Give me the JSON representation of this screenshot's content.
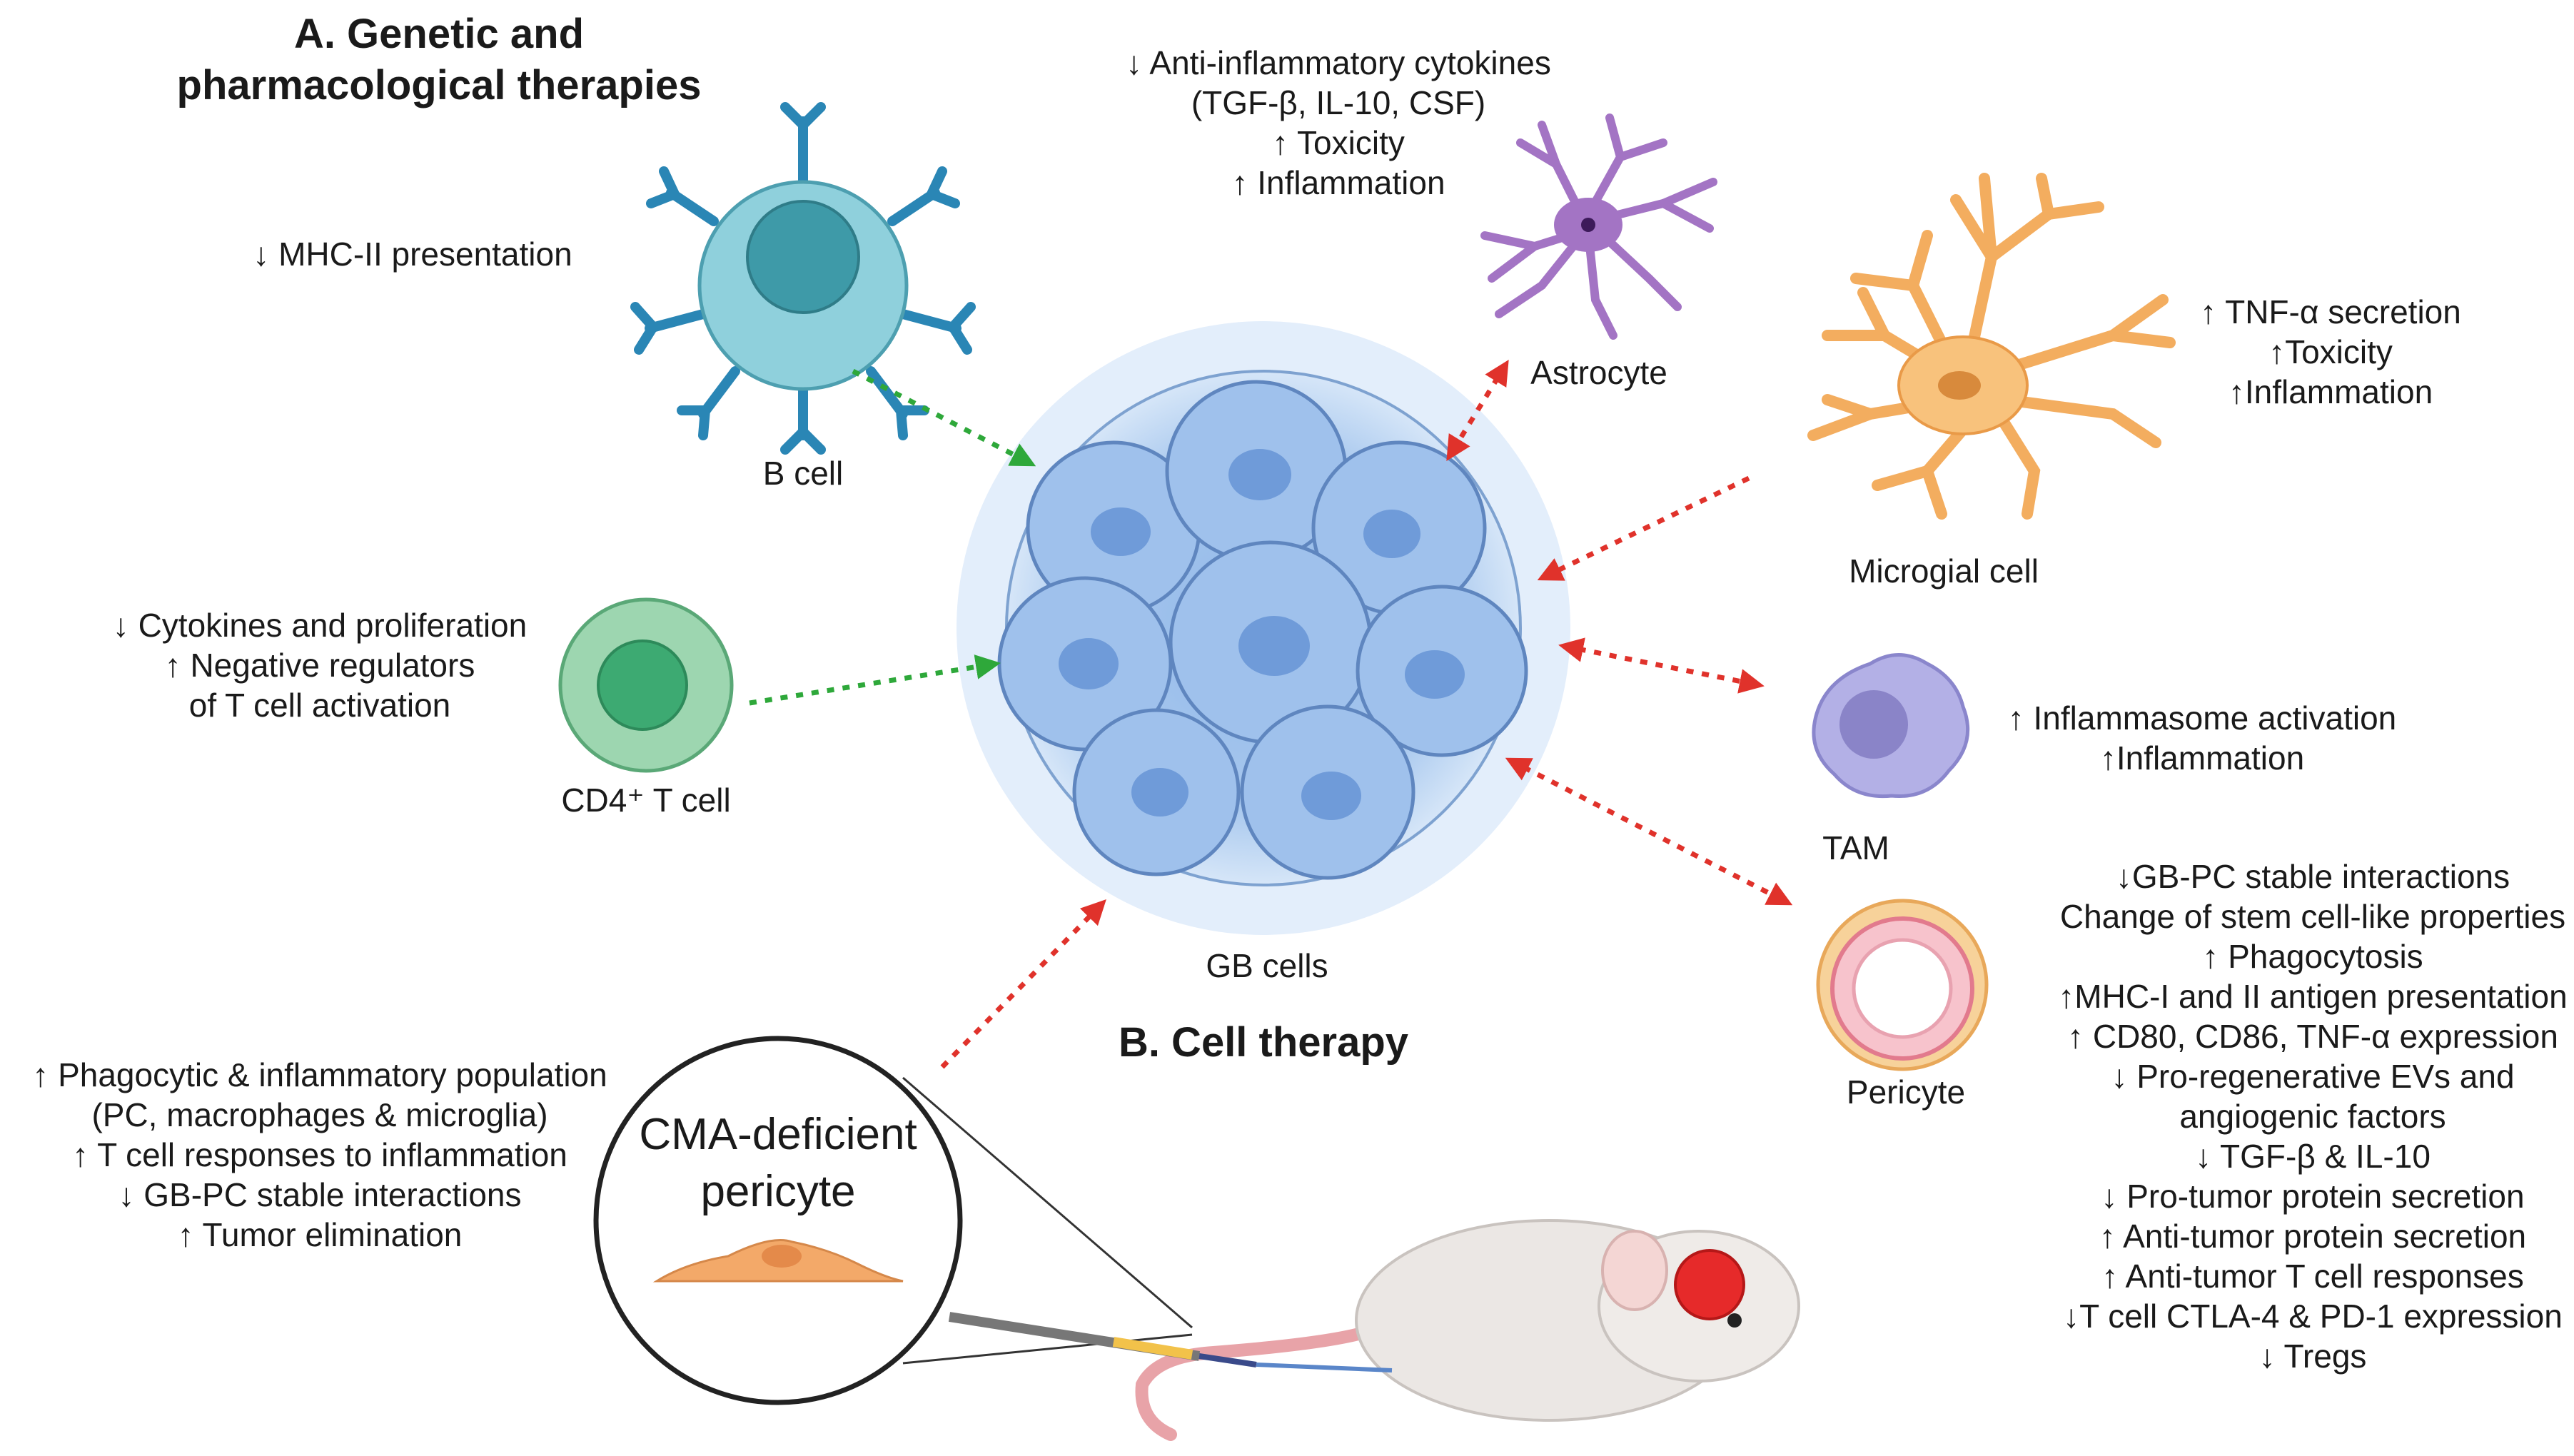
{
  "headings": {
    "a_line1": "A. Genetic and",
    "a_line2": "pharmacological therapies",
    "b": "B. Cell therapy"
  },
  "cells": {
    "b_cell": {
      "label": "B cell",
      "effects": [
        "↓ MHC-II presentation"
      ]
    },
    "cd4_t_cell": {
      "label": "CD4⁺ T cell",
      "effects": [
        "↓ Cytokines and proliferation",
        "↑ Negative regulators",
        "of T cell activation"
      ]
    },
    "astrocyte": {
      "label": "Astrocyte",
      "effects": [
        "↓ Anti-inflammatory cytokines",
        "(TGF-β, IL-10, CSF)",
        "↑ Toxicity",
        "↑ Inflammation"
      ]
    },
    "microglial_cell": {
      "label": "Microgial cell",
      "effects": [
        "↑ TNF-α secretion",
        "↑Toxicity",
        "↑Inflammation"
      ]
    },
    "tam": {
      "label": "TAM",
      "effects": [
        "↑ Inflammasome activation",
        "↑Inflammation"
      ]
    },
    "pericyte": {
      "label": "Pericyte",
      "effects": [
        "↓GB-PC stable interactions",
        "Change of stem cell-like properties",
        "↑ Phagocytosis",
        "↑MHC-I and II antigen presentation",
        "↑ CD80, CD86, TNF-α expression",
        "↓ Pro-regenerative EVs and",
        "angiogenic factors",
        "↓ TGF-β & IL-10",
        "↓ Pro-tumor protein secretion",
        "↑ Anti-tumor protein secretion",
        "↑ Anti-tumor T cell responses",
        "↓T cell CTLA-4 & PD-1 expression",
        "↓ Tregs"
      ]
    },
    "gb_cells": {
      "label": "GB cells"
    },
    "cma_pericyte": {
      "label_line1": "CMA-deficient",
      "label_line2": "pericyte",
      "effects": [
        "↑ Phagocytic & inflammatory population",
        "(PC, macrophages & microglia)",
        "↑ T cell responses to inflammation",
        "↓ GB-PC stable interactions",
        "↑ Tumor elimination"
      ]
    }
  },
  "colors": {
    "green_arrow": "#2ea83a",
    "red_arrow": "#e0322b",
    "b_cell": "#8fd0dc",
    "t_cell": "#8fd0a8",
    "astrocyte": "#a374c4",
    "microglia": "#f6b86a",
    "tam": "#b3b0e6",
    "gb_cells": "#a8c8ee",
    "pericyte": "#f2a3b2"
  }
}
